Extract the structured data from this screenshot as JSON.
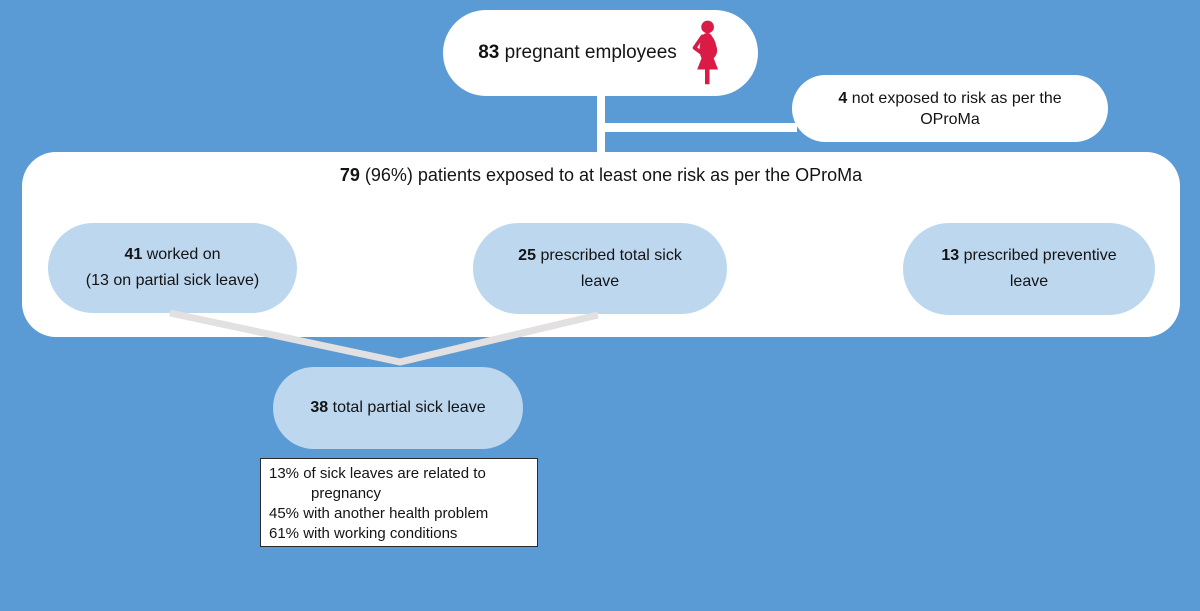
{
  "colors": {
    "background": "#5b9bd5",
    "node_light_blue": "#bdd7ee",
    "node_white": "#ffffff",
    "connector_white": "#ffffff",
    "connector_gray": "#e2e0e0",
    "icon_red": "#d91b45",
    "text": "#141414"
  },
  "nodes": {
    "pregnant_total": {
      "value": "83",
      "label": "pregnant employees"
    },
    "not_exposed": {
      "value": "4",
      "label": "not exposed to risk as per the OProMa"
    },
    "exposed": {
      "value": "79",
      "label": "(96%) patients exposed to at least one risk as per the OProMa"
    },
    "worked_on": {
      "value": "41",
      "label": "worked on",
      "sub": "(13 on partial sick leave)"
    },
    "total_sick_leave": {
      "value": "25",
      "label": "prescribed total sick leave"
    },
    "preventive_leave": {
      "value": "13",
      "label": "prescribed preventive leave"
    },
    "partial_sick_leave": {
      "value": "38",
      "label": "total partial sick leave"
    }
  },
  "notes": {
    "lines": [
      "13% of sick leaves are related to",
      "pregnancy",
      "45% with another health problem",
      "61% with working conditions"
    ]
  },
  "icons": {
    "pregnant_woman": "pregnant-woman-icon"
  }
}
